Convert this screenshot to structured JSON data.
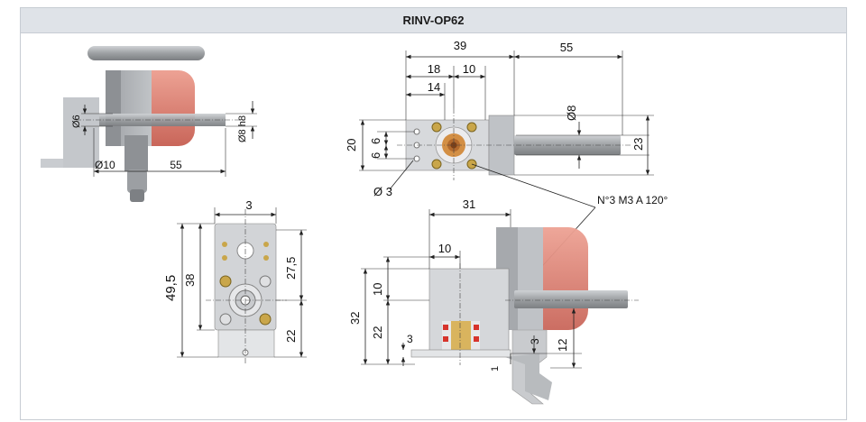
{
  "title": "RINV-OP62",
  "view_top_left": {
    "dim_bore": "Ø6",
    "dim_shaft": "Ø8 h8",
    "dim_hub": "Ø10",
    "dim_length": "55"
  },
  "view_top_right": {
    "dim_total": "39",
    "dim_shaft_len": "55",
    "dim_18": "18",
    "dim_10": "10",
    "dim_14": "14",
    "dim_20": "20",
    "dim_6a": "6",
    "dim_6b": "6",
    "dim_shaft_dia": "Ø8",
    "dim_23": "23",
    "dim_hole": "Ø 3",
    "note_holes": "N°3 M3 A 120°"
  },
  "view_bottom_left": {
    "dim_width": "3",
    "dim_49_5": "49,5",
    "dim_38": "38",
    "dim_27_5": "27,5",
    "dim_22": "22"
  },
  "view_bottom_right": {
    "dim_31": "31",
    "dim_10": "10",
    "dim_10v": "10",
    "dim_32": "32",
    "dim_22": "22",
    "dim_3a": "3",
    "dim_3b": "3",
    "dim_12": "12",
    "dim_1": "1"
  },
  "colors": {
    "title_bg": "#dfe3e8",
    "body_grey": "#b9bcc0",
    "dark_grey": "#8c8f93",
    "red_cover": "#e3877a",
    "brass": "#c9a64a",
    "shaft": "#a7aaad"
  }
}
